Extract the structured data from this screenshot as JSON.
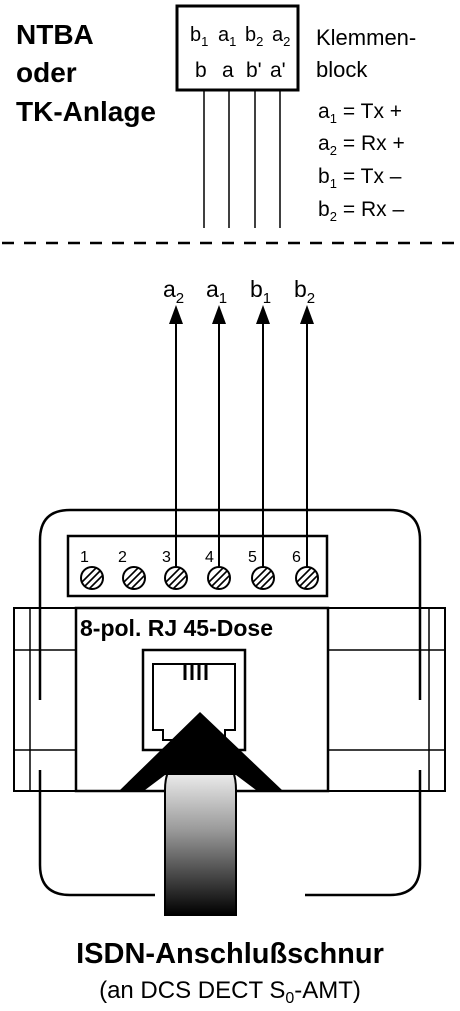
{
  "device": {
    "line1": "NTBA",
    "line2": "oder",
    "line3": "TK-Anlage"
  },
  "terminal_block": {
    "top_labels": [
      {
        "letter": "b",
        "sub": "1"
      },
      {
        "letter": "a",
        "sub": "1"
      },
      {
        "letter": "b",
        "sub": "2"
      },
      {
        "letter": "a",
        "sub": "2"
      }
    ],
    "bottom_labels": [
      "b",
      "a",
      "b'",
      "a'"
    ],
    "title_line1": "Klemmen-",
    "title_line2": "block"
  },
  "legend": [
    {
      "letter": "a",
      "sub": "1",
      "value": "= Tx +"
    },
    {
      "letter": "a",
      "sub": "2",
      "value": "= Rx +"
    },
    {
      "letter": "b",
      "sub": "1",
      "value": "= Tx –"
    },
    {
      "letter": "b",
      "sub": "2",
      "value": "= Rx –"
    }
  ],
  "arrows": [
    {
      "letter": "a",
      "sub": "2"
    },
    {
      "letter": "a",
      "sub": "1"
    },
    {
      "letter": "b",
      "sub": "1"
    },
    {
      "letter": "b",
      "sub": "2"
    }
  ],
  "pins": [
    "1",
    "2",
    "3",
    "4",
    "5",
    "6"
  ],
  "socket_label": "8-pol. RJ 45-Dose",
  "cable": {
    "title": "ISDN-Anschlußschnur",
    "subtitle_pre": "(an DCS DECT S",
    "subtitle_sub": "0",
    "subtitle_post": "-AMT)"
  }
}
